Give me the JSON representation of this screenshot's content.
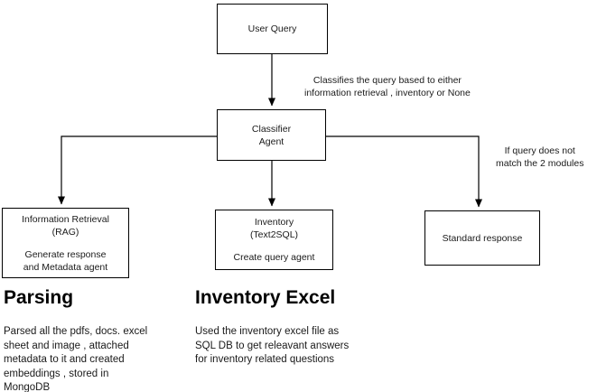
{
  "diagram": {
    "nodes": [
      {
        "id": "user-query",
        "lines": [
          "User Query"
        ]
      },
      {
        "id": "classifier",
        "line1": "Classifier",
        "line2": "Agent"
      },
      {
        "id": "information-retrieval",
        "line1": "Information Retrieval",
        "line2": "(RAG)",
        "line3": "Generate response",
        "line4": "and Metadata agent"
      },
      {
        "id": "inventory",
        "line1": "Inventory",
        "line2": "(Text2SQL)",
        "line3": "Create query agent"
      },
      {
        "id": "standard-response",
        "line1": "Standard response"
      }
    ],
    "edge_labels": {
      "classify": {
        "line1": "Classifies the query based to either",
        "line2": "information retrieval , inventory or None"
      },
      "no_match": {
        "line1": "If query does not",
        "line2": "match the 2 modules"
      }
    }
  },
  "sections": [
    {
      "heading": "Parsing",
      "body_line1": "Parsed all the pdfs, docs. excel",
      "body_line2": "sheet and image , attached",
      "body_line3": "metadata to it and created",
      "body_line4": "embeddings , stored in",
      "body_line5": "MongoDB"
    },
    {
      "heading": "Inventory Excel",
      "body_line1": "Used the inventory excel file as",
      "body_line2": "SQL DB to get releavant answers",
      "body_line3": "for inventory related questions"
    }
  ],
  "style": {
    "stroke": "#000000",
    "background": "#ffffff",
    "text": "#1a1a1a"
  }
}
